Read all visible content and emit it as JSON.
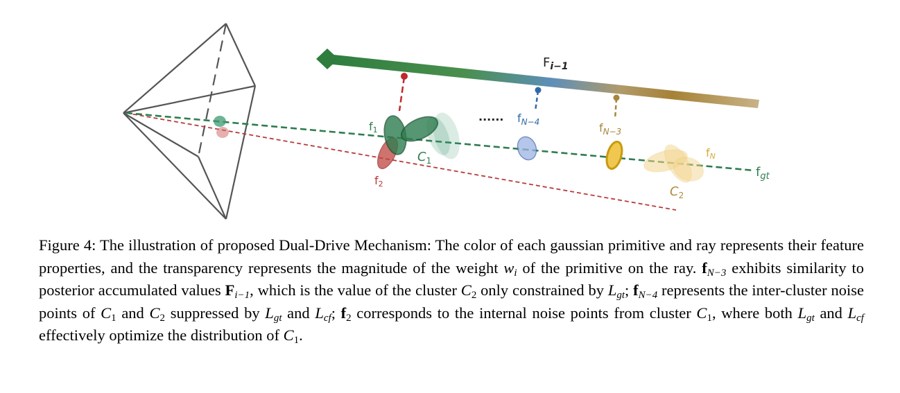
{
  "figure": {
    "labels": {
      "F_prev": "F",
      "F_prev_sub": "i−1",
      "f1": "f",
      "f1_sub": "1",
      "f2": "f",
      "f2_sub": "2",
      "fN4": "f",
      "fN4_sub": "N−4",
      "fN3": "f",
      "fN3_sub": "N−3",
      "fN": "f",
      "fN_sub": "N",
      "fgt": "f",
      "fgt_sub": "gt",
      "C1": "C",
      "C1_sub": "1",
      "C2": "C",
      "C2_sub": "2",
      "dots": "......"
    },
    "colors": {
      "camera": "#555555",
      "green": "#2e7d4f",
      "red": "#b83a3a",
      "blue": "#2f6aa8",
      "gold": "#b08a3c",
      "yellow": "#e8b020"
    }
  },
  "caption": {
    "prefix": "Figure 4: The illustration of proposed Dual-Drive Mechanism: The color of each gaussian primitive and ray represents their feature properties, and the transparency represents the magnitude of the weight ",
    "w": "w",
    "w_sub": "i",
    "part2": " of the primitive on the ray. ",
    "fN3": "f",
    "fN3_sub": "N−3",
    "part3": " exhibits similarity to posterior accumulated values ",
    "F": "F",
    "F_sub": "i−1",
    "part4": ", which is the value of the cluster ",
    "C2a": "C",
    "C2a_sub": "2",
    "part5": " only constrained by ",
    "Lgt1": "L",
    "Lgt1_sub": "gt",
    "part6": "; ",
    "fN4": "f",
    "fN4_sub": "N−4",
    "part7": " represents the inter-cluster noise points of ",
    "C1a": "C",
    "C1a_sub": "1",
    "part8": " and ",
    "C2b": "C",
    "C2b_sub": "2",
    "part9": " suppressed by ",
    "Lgt2": "L",
    "Lgt2_sub": "gt",
    "part10": " and ",
    "Lcf1": "L",
    "Lcf1_sub": "cf",
    "part11": "; ",
    "f2": "f",
    "f2_sub": "2",
    "part12": " corresponds to the internal noise points from cluster ",
    "C1b": "C",
    "C1b_sub": "1",
    "part13": ", where both ",
    "Lgt3": "L",
    "Lgt3_sub": "gt",
    "part14": " and ",
    "Lcf2": "L",
    "Lcf2_sub": "cf",
    "part15": " effectively optimize the distribution of ",
    "C1c": "C",
    "C1c_sub": "1",
    "part16": "."
  }
}
